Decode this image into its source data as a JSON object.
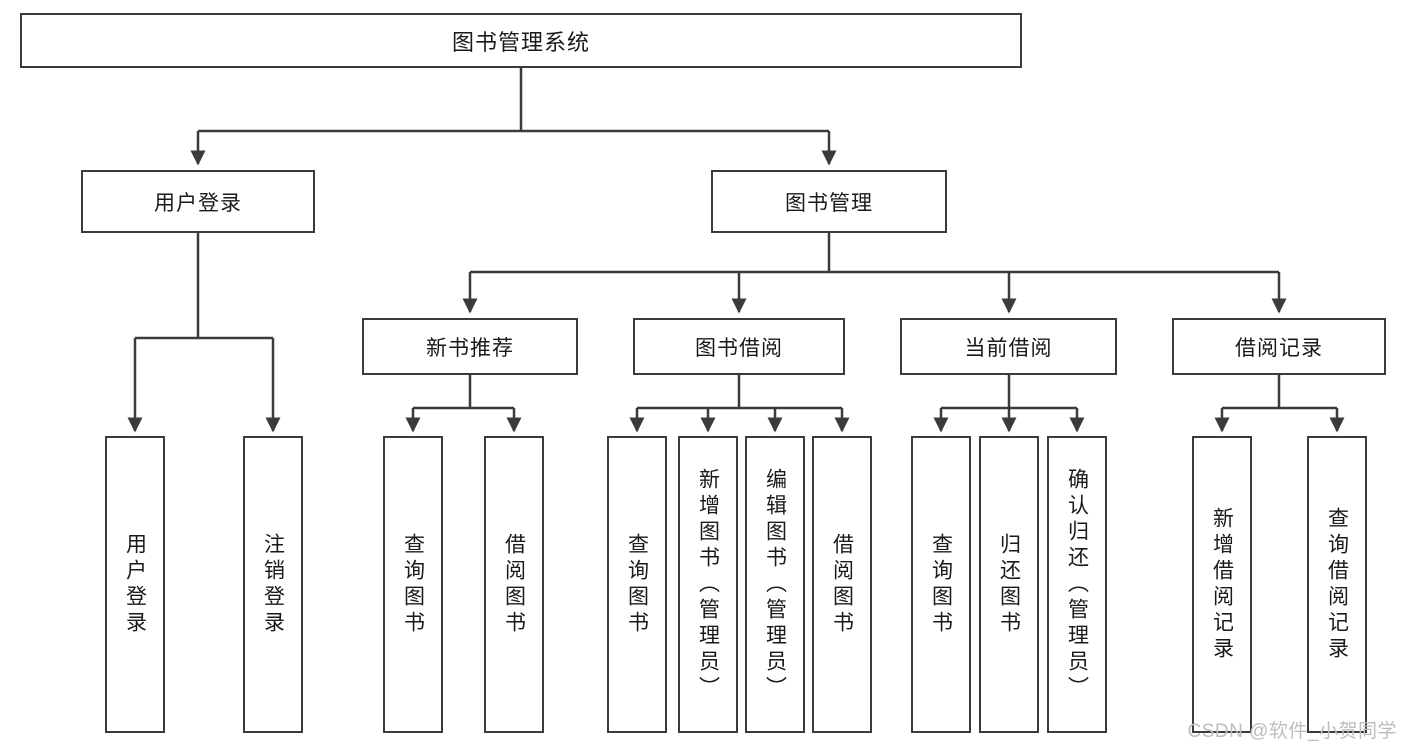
{
  "diagram": {
    "title": "图书管理系统",
    "type": "tree-hierarchy-diagram",
    "root": {
      "label": "图书管理系统"
    },
    "level2": [
      {
        "label": "用户登录"
      },
      {
        "label": "图书管理"
      }
    ],
    "level3": [
      {
        "label": "新书推荐"
      },
      {
        "label": "图书借阅"
      },
      {
        "label": "当前借阅"
      },
      {
        "label": "借阅记录"
      }
    ],
    "leaves": {
      "user_login": [
        {
          "label": "用户登录"
        },
        {
          "label": "注销登录"
        }
      ],
      "new_book_recommend": [
        {
          "label": "查询图书"
        },
        {
          "label": "借阅图书"
        }
      ],
      "book_borrow": [
        {
          "label": "查询图书"
        },
        {
          "label": "新增图书（管理员）"
        },
        {
          "label": "编辑图书（管理员）"
        },
        {
          "label": "借阅图书"
        }
      ],
      "current_borrow": [
        {
          "label": "查询图书"
        },
        {
          "label": "归还图书"
        },
        {
          "label": "确认归还（管理员）"
        }
      ],
      "borrow_record": [
        {
          "label": "新增借阅记录"
        },
        {
          "label": "查询借阅记录"
        }
      ]
    }
  },
  "watermark": {
    "text": "CSDN @软件_小贺同学"
  },
  "colors": {
    "stroke": "#3b3b3b",
    "text": "#1a1a1a",
    "background": "#ffffff",
    "watermark": "#bdbdbd"
  }
}
